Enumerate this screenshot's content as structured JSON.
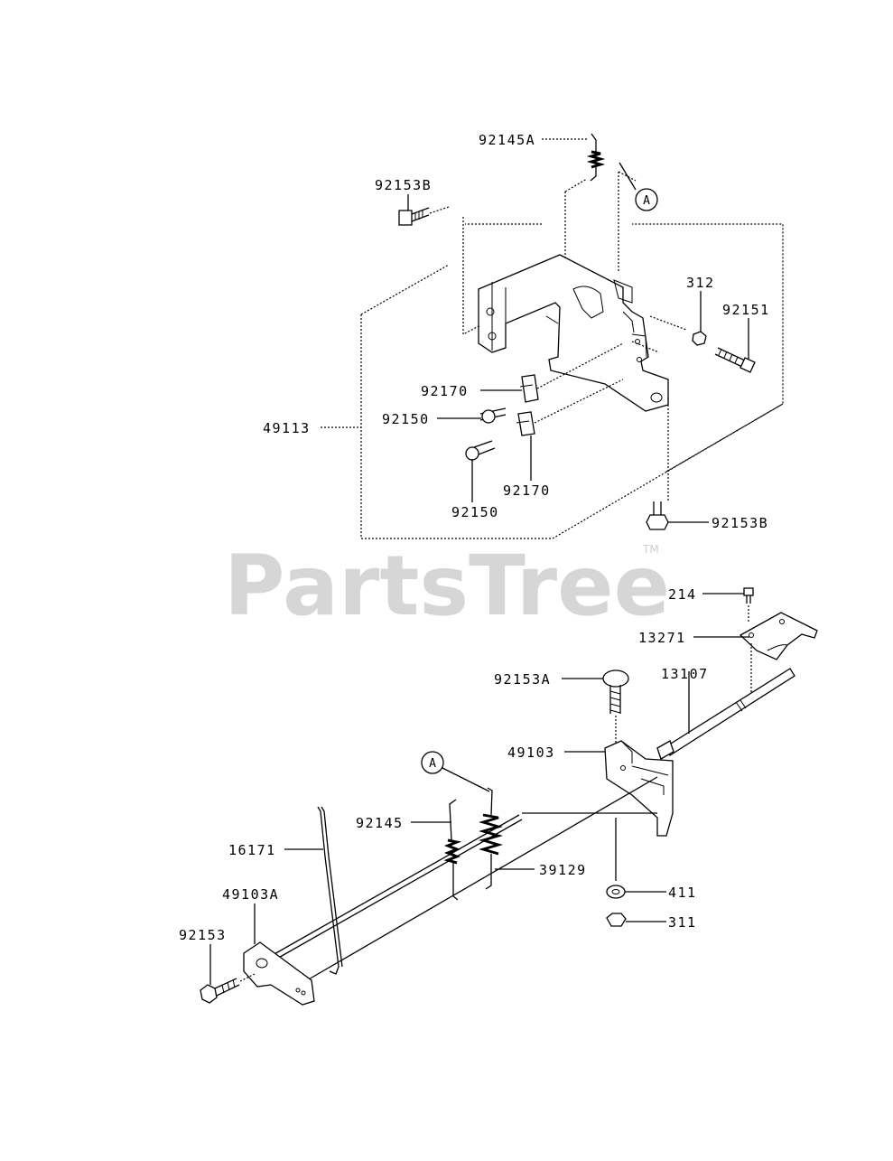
{
  "watermark": {
    "brand": "PartsTree",
    "trademark": "TM"
  },
  "callouts": {
    "ref_a_top": "A",
    "ref_a_bottom": "A"
  },
  "labels": {
    "p92145A": "92145A",
    "p92153B_top": "92153B",
    "p312": "312",
    "p92151": "92151",
    "p92170_a": "92170",
    "p92150_a": "92150",
    "p49113": "49113",
    "p92170_b": "92170",
    "p92150_b": "92150",
    "p92153B_bottom": "92153B",
    "p214": "214",
    "p13271": "13271",
    "p92153A": "92153A",
    "p13107": "13107",
    "p49103": "49103",
    "p92145": "92145",
    "p16171": "16171",
    "p39129": "39129",
    "p49103A": "49103A",
    "p411": "411",
    "p92153": "92153",
    "p311": "311"
  }
}
